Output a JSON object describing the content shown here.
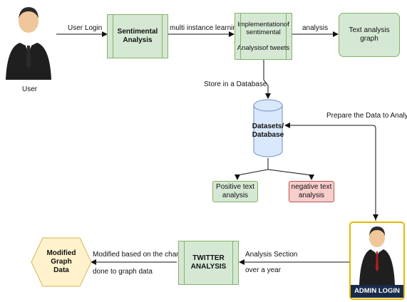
{
  "nodes": {
    "user": "User",
    "sentimental": "Sentimental\nAnalysis",
    "implementation": "Implementationof\nsentimental\n\nAnalysisof tweets",
    "text_graph": "Text analysis graph",
    "database": "Datasets/\nDatabase",
    "positive": "Positive text\nanalysis",
    "negative": "negative text\nanalysis",
    "twitter": "TWITTER\nANALYSIS",
    "modified_graph": "Modified Graph\nData",
    "admin": "ADMIN LOGIN"
  },
  "edges": {
    "user_login": "User Login",
    "multi_instance": "multi instance learning",
    "analysis": "analysis",
    "store_db": "Store in a Database",
    "prepare": "Prepare the Data to Analysis",
    "analysis_section": "Analysis Section",
    "over_year": "over a year",
    "modified_based": "Modified based on the changes",
    "done_graph": "done to graph data"
  },
  "colors": {
    "process_fill": "#d5e8d4",
    "process_stroke": "#82b366",
    "negative_fill": "#f8cecc",
    "database_fill": "#dae8fc",
    "hexagon_fill": "#fff2cc",
    "admin_border": "#e6b800"
  }
}
